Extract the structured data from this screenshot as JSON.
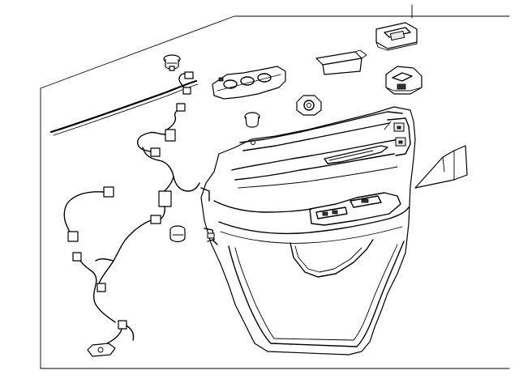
{
  "diagram": {
    "type": "exploded-parts-diagram",
    "parts": [
      {
        "name": "door-trim-panel"
      },
      {
        "name": "wiring-harness"
      },
      {
        "name": "weatherstrip"
      },
      {
        "name": "window-switch-bezel"
      },
      {
        "name": "window-switch"
      },
      {
        "name": "pull-handle-bezel"
      },
      {
        "name": "handle-cover"
      },
      {
        "name": "lock-switch"
      },
      {
        "name": "push-pin-clip"
      },
      {
        "name": "speaker-grommet"
      },
      {
        "name": "retainer-clip"
      },
      {
        "name": "side-trim-cap"
      },
      {
        "name": "ground-terminal"
      }
    ]
  }
}
